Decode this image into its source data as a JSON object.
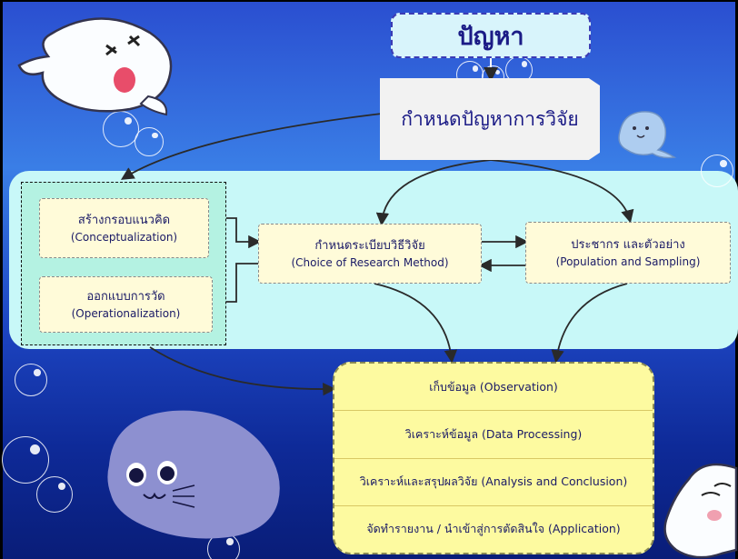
{
  "title": "ปัญหา",
  "research_problem": "กำหนดปัญหาการวิจัย",
  "left_group": [
    {
      "th": "สร้างกรอบแนวคิด",
      "en": "(Conceptualization)"
    },
    {
      "th": "ออกแบบการวัด",
      "en": "(Operationalization)"
    }
  ],
  "method": {
    "th": "กำหนดระเบียบวิธีวิจัย",
    "en": "(Choice of Research Method)"
  },
  "population": {
    "th": "ประชากร และตัวอย่าง",
    "en": "(Population and Sampling)"
  },
  "steps": [
    "เก็บข้อมูล (Observation)",
    "วิเคราะห์ข้อมูล (Data Processing)",
    "วิเคราะห์และสรุปผลวิจัย (Analysis and Conclusion)",
    "จัดทำรายงาน / นำเข้าสู่การตัดสินใจ (Application)"
  ],
  "colors": {
    "title_box": "#d8f4fb",
    "band": "#c8f8f8",
    "box": "#fffbd9",
    "steps": "#fdfaa0",
    "text": "#1a1a66"
  },
  "decorations": [
    "seal-icon",
    "seal-icon",
    "seal-icon",
    "seal-icon",
    "bubble-icon"
  ]
}
